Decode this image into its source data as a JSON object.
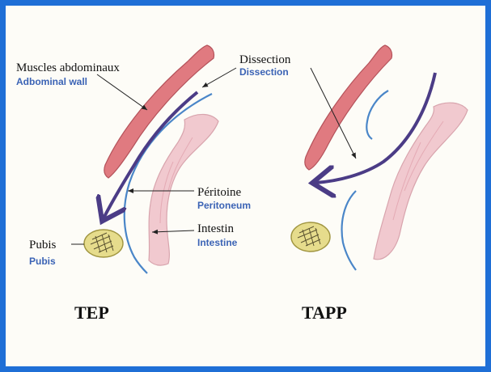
{
  "labels": {
    "muscles_fr": "Muscles abdominaux",
    "muscles_en": "Adbominal wall",
    "dissection_fr": "Dissection",
    "dissection_en": "Dissection",
    "peritoine_fr": "Péritoine",
    "peritoine_en": "Peritoneum",
    "intestin_fr": "Intestin",
    "intestin_en": "Intestine",
    "pubis_fr": "Pubis",
    "pubis_en": "Pubis"
  },
  "panels": {
    "left_title": "TEP",
    "right_title": "TAPP"
  },
  "colors": {
    "border": "#1f6fd6",
    "muscle": "#e07a80",
    "peritoneum": "#4a86c8",
    "arrow": "#4b3c86",
    "intestine": "#f1c9cf",
    "pubis": "#e6dc8c",
    "english_label": "#3b63b5"
  }
}
